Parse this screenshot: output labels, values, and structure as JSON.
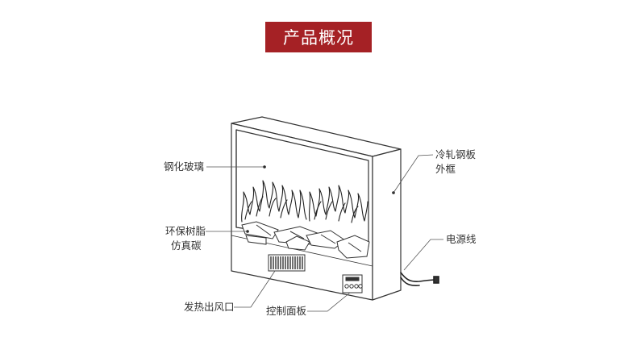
{
  "title": "产品概况",
  "labels": {
    "tempered_glass": "钢化玻璃",
    "resin_charcoal_line1": "环保树脂",
    "resin_charcoal_line2": "仿真碳",
    "heat_vent": "发热出风口",
    "cold_rolled_line1": "冷轧钢板",
    "cold_rolled_line2": "外框",
    "power_cord": "电源线",
    "control_panel": "控制面板"
  },
  "colors": {
    "banner_bg": "#a52125",
    "banner_text": "#ffffff",
    "line": "#333333"
  }
}
